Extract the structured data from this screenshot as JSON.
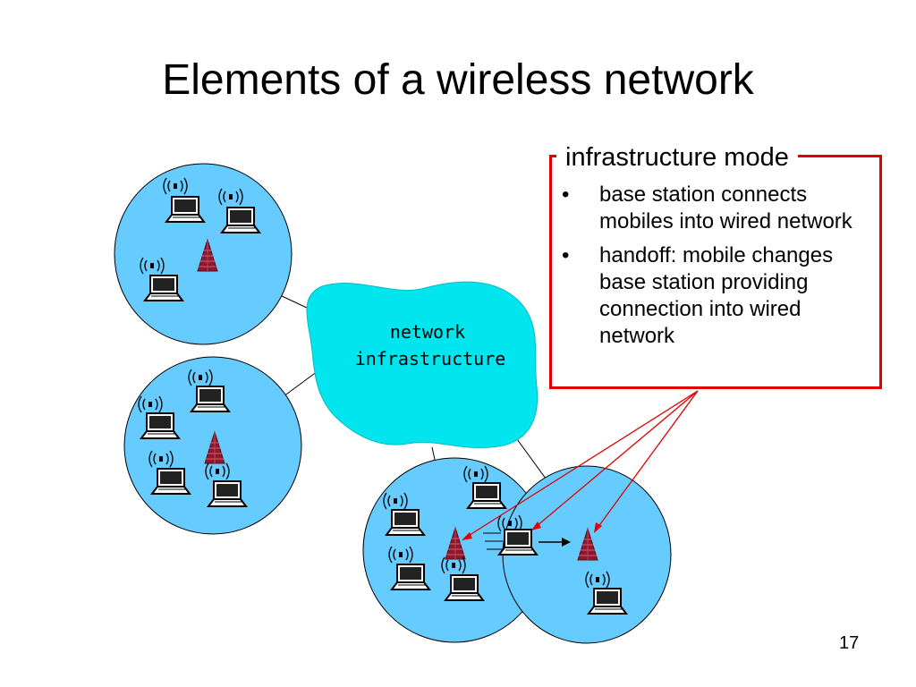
{
  "slide": {
    "title": "Elements of a wireless network",
    "page_number": "17"
  },
  "diagram": {
    "cloud_label_line1": "network",
    "cloud_label_line2": "infrastructure"
  },
  "infrastructure_box": {
    "title": "infrastructure mode",
    "bullet_symbol": "•",
    "bullets": [
      "base station connects mobiles into wired network",
      "handoff: mobile changes base station providing connection into wired network"
    ]
  },
  "colors": {
    "cell": "#66ccff",
    "cloud": "#00e5ee",
    "tower": "#8b1a2e",
    "annotation_red": "#e00000"
  }
}
